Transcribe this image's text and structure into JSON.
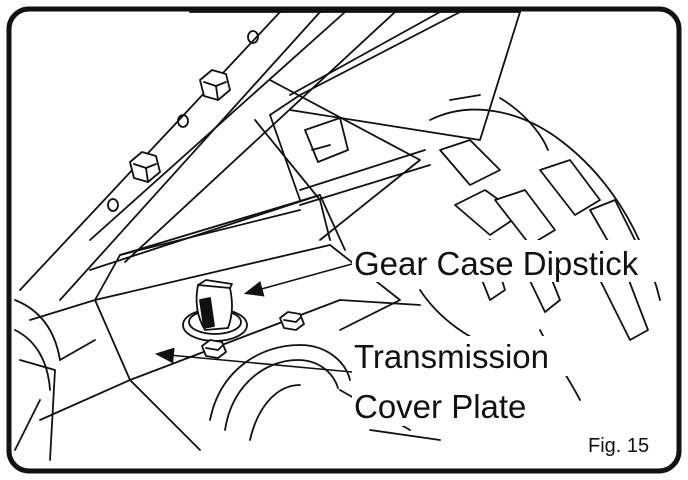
{
  "figure": {
    "label": "Fig. 15"
  },
  "callouts": {
    "dipstick": "Gear Case Dipstick",
    "transmission_line1": "Transmission",
    "transmission_line2": "Cover Plate"
  },
  "colors": {
    "ink": "#111111",
    "paper": "#ffffff"
  }
}
